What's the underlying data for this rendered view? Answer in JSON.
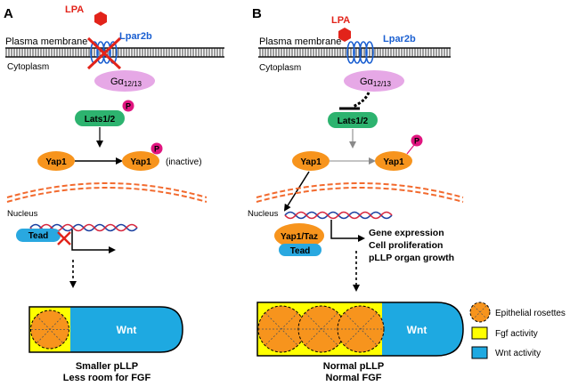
{
  "panelA": {
    "letter": "A",
    "lpa": "LPA",
    "receptor": "Lpar2b",
    "membrane": "Plasma membrane",
    "cytoplasm": "Cytoplasm",
    "galpha": "Gα",
    "galpha_sub": "12/13",
    "lats": "Lats1/2",
    "phospho": "P",
    "yap": "Yap1",
    "yap_p": "Yap1",
    "inactive": "(inactive)",
    "nucleus": "Nucleus",
    "tead": "Tead",
    "wnt": "Wnt",
    "caption_line1": "Smaller pLLP",
    "caption_line2": "Less room for FGF"
  },
  "panelB": {
    "letter": "B",
    "lpa": "LPA",
    "receptor": "Lpar2b",
    "membrane": "Plasma membrane",
    "cytoplasm": "Cytoplasm",
    "galpha": "Gα",
    "galpha_sub": "12/13",
    "lats": "Lats1/2",
    "phospho": "P",
    "yap": "Yap1",
    "yap_p": "Yap1",
    "nucleus": "Nucleus",
    "yap_taz": "Yap1/Taz",
    "tead": "Tead",
    "outcomes": [
      "Gene expression",
      "Cell proliferation",
      "pLLP organ growth"
    ],
    "wnt": "Wnt",
    "caption_line1": "Normal pLLP",
    "caption_line2": "Normal FGF"
  },
  "legend": {
    "items": [
      {
        "label": "Epithelial rosettes",
        "swatch": "rosette"
      },
      {
        "label": "Fgf activity",
        "swatch": "fgf"
      },
      {
        "label": "Wnt activity",
        "swatch": "wnt"
      }
    ]
  },
  "colors": {
    "lpa": "#e2231a",
    "receptor": "#1a5fd1",
    "galpha": "#e6a8e6",
    "lats": "#2db36f",
    "yap": "#f7941d",
    "phospho": "#e0157f",
    "tead": "#29a8e0",
    "fgf": "#ffff00",
    "wnt": "#1ea9e1",
    "rosette": "#f7941d",
    "nuclear_envelope": "#f26a2e"
  }
}
